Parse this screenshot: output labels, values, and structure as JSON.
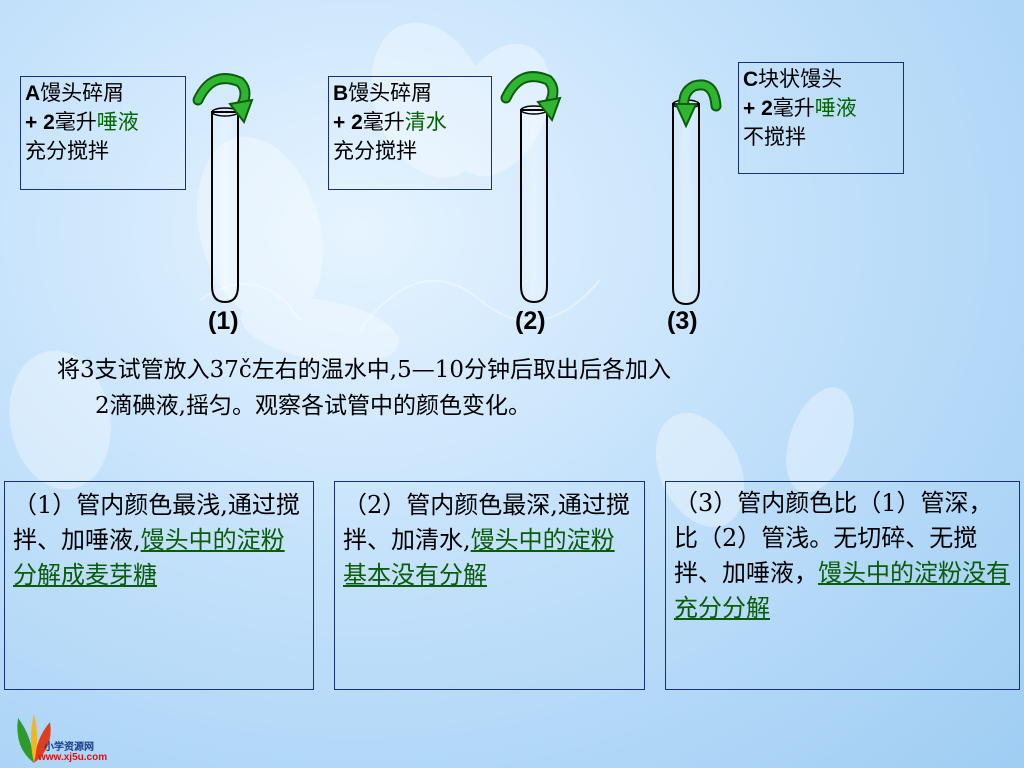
{
  "tube_a_label": {
    "letter": "A",
    "line1": "馒头碎屑",
    "line2_prefix": "+ 2",
    "line2_unit": "毫升",
    "line2_liquid": "唾液",
    "line3": "充分搅拌"
  },
  "tube_b_label": {
    "letter": "B",
    "line1": "馒头碎屑",
    "line2_prefix": "+ 2",
    "line2_unit": "毫升",
    "line2_liquid": "清水",
    "line3": "充分搅拌"
  },
  "tube_c_label": {
    "letter": "C",
    "line1": "块状馒头",
    "line2_prefix": "+ 2",
    "line2_unit": "毫升",
    "line2_liquid": "唾液",
    "line3": "不搅拌"
  },
  "tube_numbers": [
    "(1)",
    "(2)",
    "(3)"
  ],
  "instruction": {
    "line1": "将3支试管放入37č左右的温水中,5—10分钟后取出后各加入",
    "line2": "2滴碘液,摇匀。观察各试管中的颜色变化。"
  },
  "results": [
    {
      "plain": "（1）管内颜色最浅,通过搅拌、加唾液,",
      "underlined": "馒头中的淀粉分解成麦芽糖"
    },
    {
      "plain": "（2）管内颜色最深,通过搅拌、加清水,",
      "underlined": "馒头中的淀粉基本没有分解"
    },
    {
      "plain": "（3）管内颜色比（1）管深，比（2）管浅。无切碎、无搅拌、加唾液，",
      "underlined": "馒头中的淀粉没有充分分解"
    }
  ],
  "colors": {
    "arrow_green": "#1f9d1f",
    "box_border": "#1a2f7a",
    "underline_green": "#0a5b0a"
  },
  "logo": {
    "site_name": "小学资源网",
    "url": "www.xj5u.com"
  }
}
